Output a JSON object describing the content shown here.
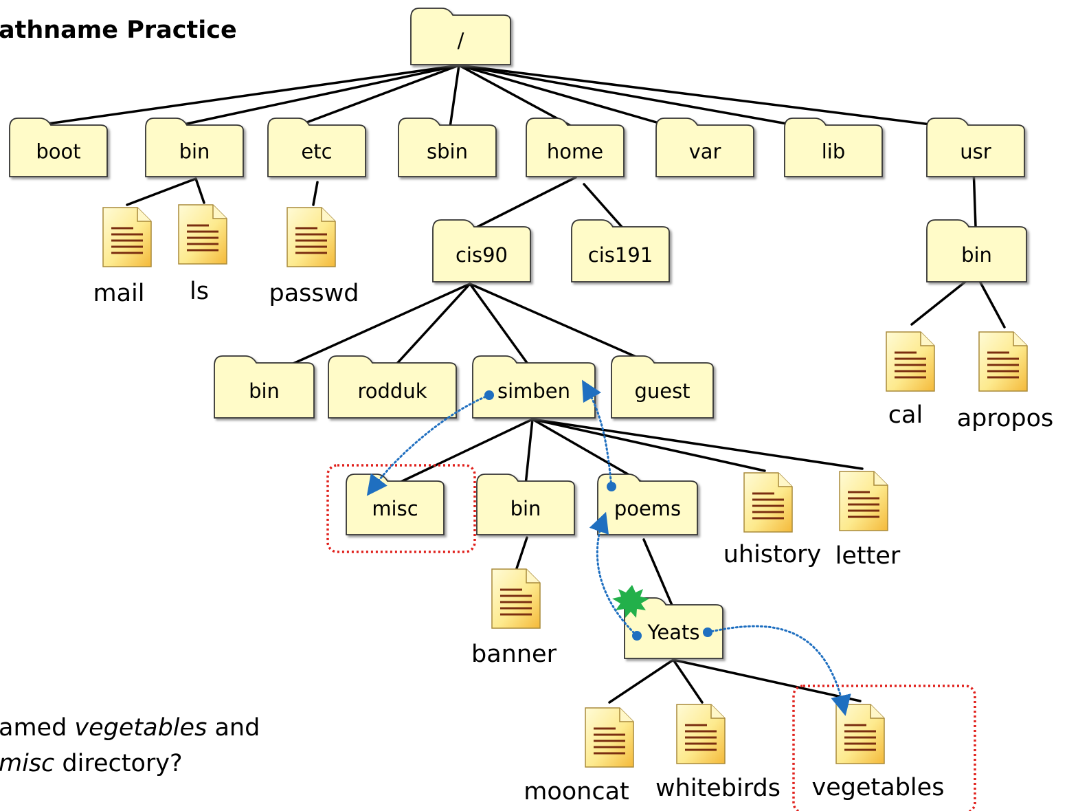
{
  "title": "athname Practice",
  "question": {
    "line1_prefix": "amed ",
    "line1_italic": "vegetables",
    "line1_suffix": " and",
    "line2_italic": "misc",
    "line2_suffix": " directory?"
  },
  "tree": {
    "root": "/",
    "top_dirs": [
      "boot",
      "bin",
      "etc",
      "sbin",
      "home",
      "var",
      "lib",
      "usr"
    ],
    "bin_files": [
      "mail",
      "ls"
    ],
    "etc_files": [
      "passwd"
    ],
    "home_dirs": [
      "cis90",
      "cis191"
    ],
    "cis90_dirs": [
      "bin",
      "rodduk",
      "simben",
      "guest"
    ],
    "simben_dirs": [
      "misc",
      "bin",
      "poems"
    ],
    "simben_files": [
      "uhistory",
      "letter"
    ],
    "simben_bin_files": [
      "banner"
    ],
    "poems_dirs": [
      "Yeats"
    ],
    "yeats_files": [
      "mooncat",
      "whitebirds",
      "vegetables"
    ],
    "usr_dirs": [
      "bin"
    ],
    "usr_bin_files": [
      "cal",
      "apropos"
    ]
  },
  "colors": {
    "folder_fill": "#fffbc8",
    "file_fill": "#fde98a",
    "file_text_lines": "#7a2e10",
    "path_arrow": "#1f6fc0",
    "highlight_box": "#e0201c",
    "start_marker": "#22b04a"
  },
  "icons": {
    "folder": "folder-icon",
    "file": "file-icon",
    "start": "starburst-icon"
  }
}
